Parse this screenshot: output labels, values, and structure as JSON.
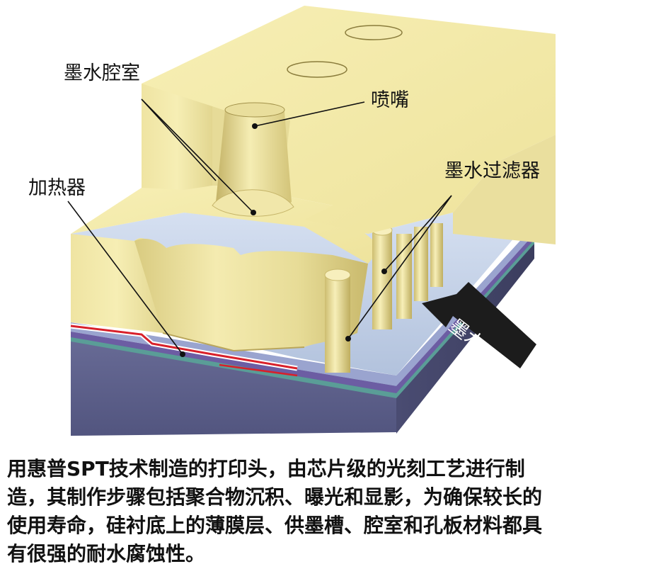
{
  "labels": {
    "ink_chamber": "墨水腔室",
    "nozzle": "喷嘴",
    "heater": "加热器",
    "ink_filter": "墨水过滤器",
    "ink_arrow": "墨水"
  },
  "caption": {
    "line1": "用惠普SPT技术制造的打印头，由芯片级的光刻工艺进行制",
    "line2": "造，其制作步骤包括聚合物沉积、曝光和显影，为确保较长的",
    "line3": "使用寿命，硅衬底上的薄膜层、供墨槽、腔室和孔板材料都具",
    "line4": "有很强的耐水腐蚀性。"
  },
  "colors": {
    "orifice_plate": "#f2e9a8",
    "substrate": "#6a6d9c",
    "thin_film": "#c9d7ea",
    "heater_red": "#d8202a",
    "arrow": "#1c1c1c"
  }
}
